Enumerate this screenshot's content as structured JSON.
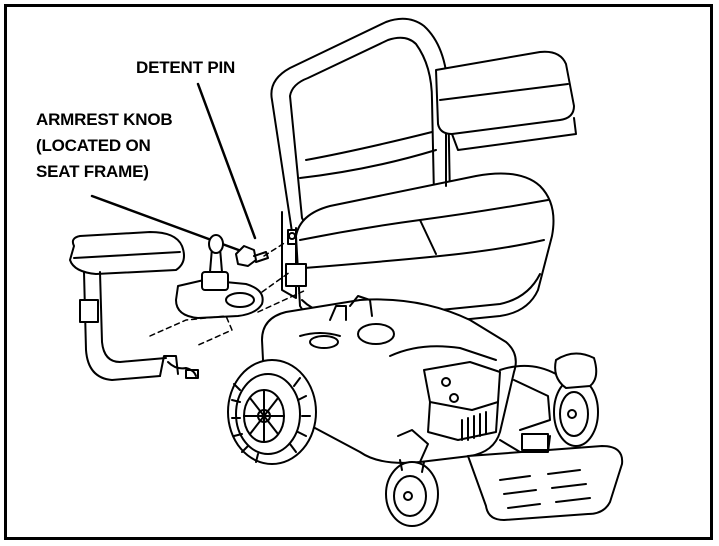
{
  "labels": {
    "detent_pin": "DETENT PIN",
    "armrest_knob_line1": "ARMREST KNOB",
    "armrest_knob_line2": "(LOCATED ON",
    "armrest_knob_line3": "SEAT FRAME)"
  },
  "colors": {
    "line": "#000000",
    "shade": "#d0d0d0",
    "border": "#000000"
  }
}
